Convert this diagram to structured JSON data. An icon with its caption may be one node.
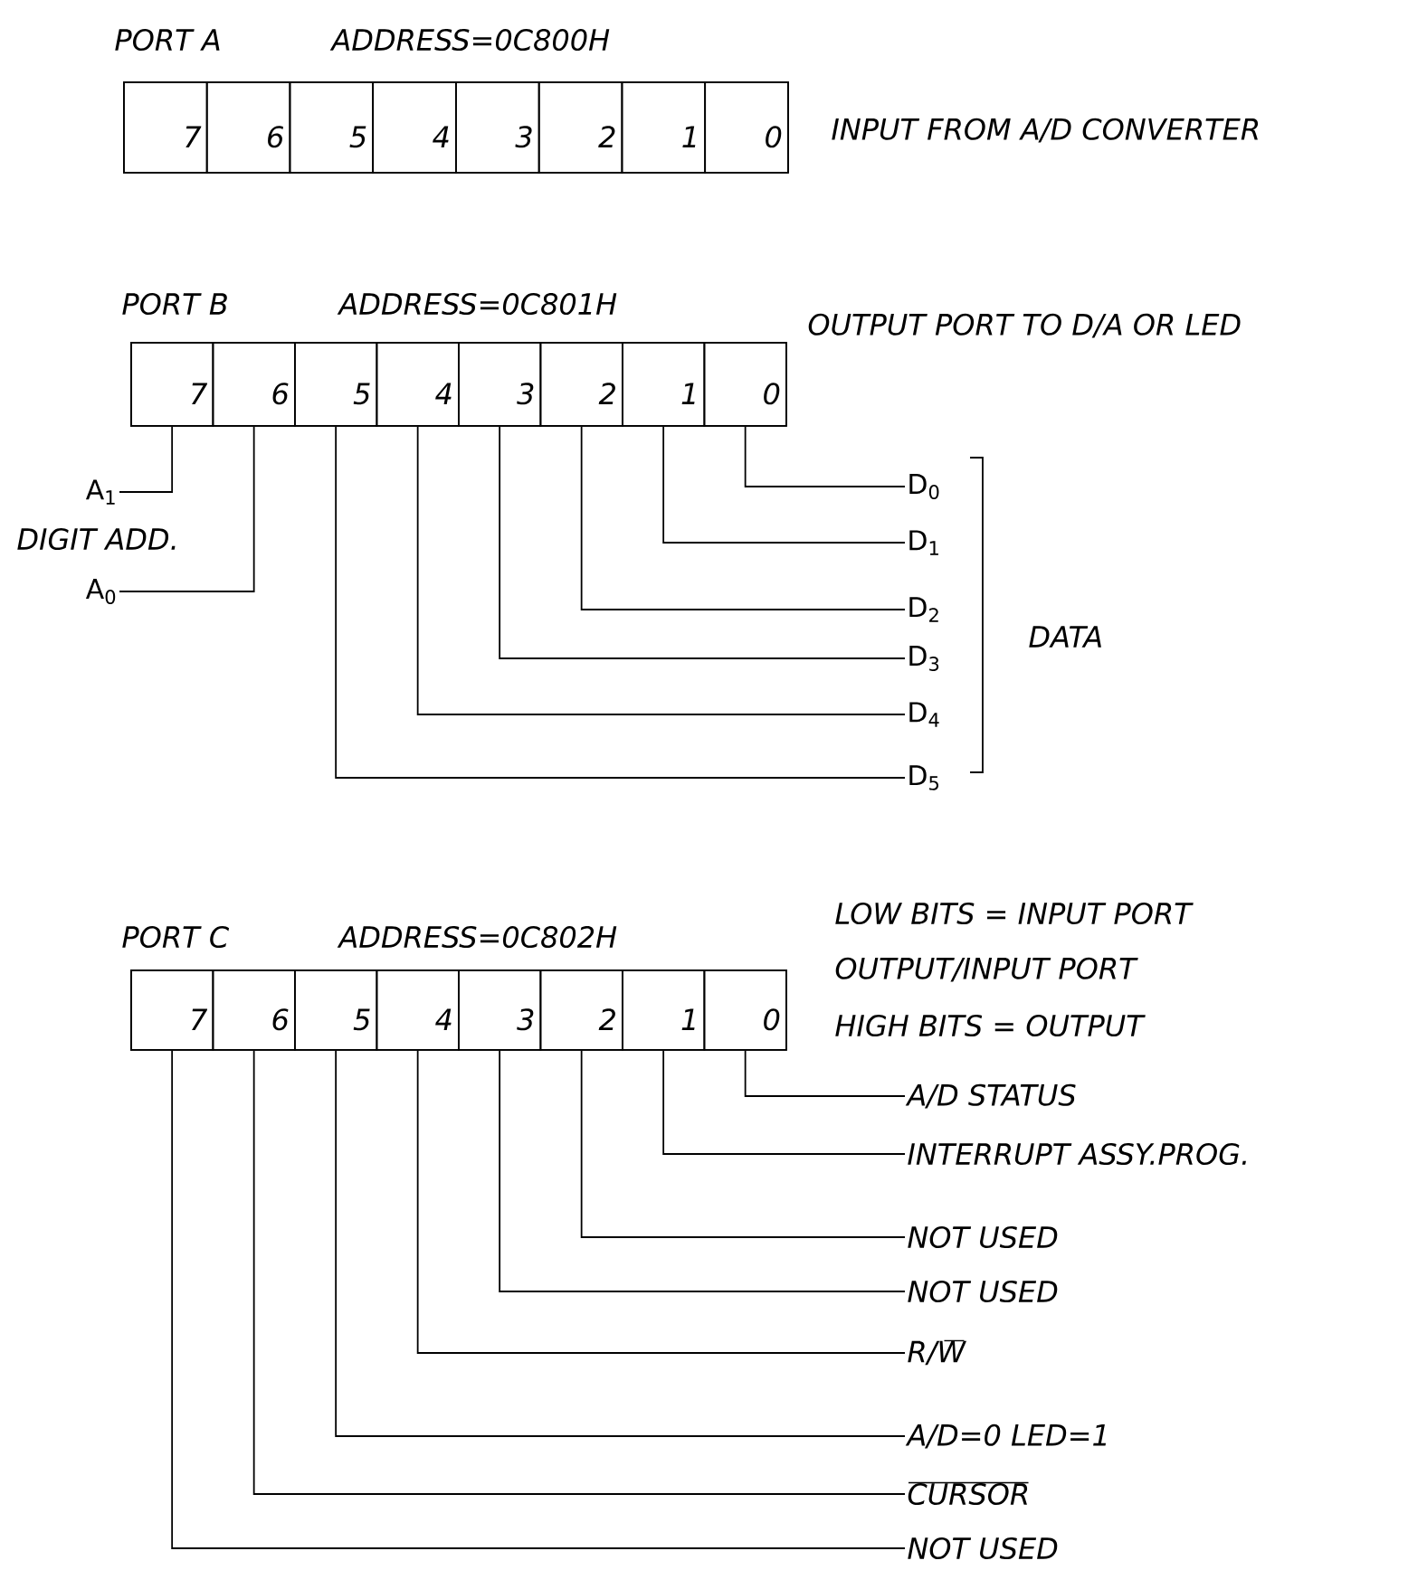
{
  "diagram": {
    "nodes": [
      {
        "text": [
          "PORT A",
          "ADDRESS=0C800H"
        ],
        "beside": [
          "INPUT FROM A/D CONVERTER"
        ]
      },
      {
        "text": [
          "7"
        ],
        "in": 0
      },
      {
        "text": [
          "6"
        ],
        "in": 0
      },
      {
        "text": [
          "5"
        ],
        "in": 0
      },
      {
        "text": [
          "4"
        ],
        "in": 0
      },
      {
        "text": [
          "3"
        ],
        "in": 0
      },
      {
        "text": [
          "2"
        ],
        "in": 0
      },
      {
        "text": [
          "1"
        ],
        "in": 0
      },
      {
        "text": [
          "0"
        ],
        "in": 0
      },
      {
        "text": [
          "PORT B",
          "ADDRESS=0C801H"
        ],
        "beside": [
          "OUTPUT PORT TO D/A OR LED"
        ]
      },
      {
        "text": [
          "7"
        ],
        "in": 9
      },
      {
        "text": [
          "6"
        ],
        "in": 9
      },
      {
        "text": [
          "5"
        ],
        "in": 9
      },
      {
        "text": [
          "4"
        ],
        "in": 9
      },
      {
        "text": [
          "3"
        ],
        "in": 9
      },
      {
        "text": [
          "2"
        ],
        "in": 9
      },
      {
        "text": [
          "1"
        ],
        "in": 9
      },
      {
        "text": [
          "0"
        ],
        "in": 9
      },
      {
        "text": [
          "D$_{0}$"
        ]
      },
      {
        "text": [
          "A$_{1}$"
        ]
      },
      {
        "text": [
          "D$_{1}$"
        ]
      },
      {
        "text": [
          "A$_{0}$"
        ]
      },
      {
        "text": [
          "D$_{2}$"
        ]
      },
      {
        "text": [
          "D$_{3}$"
        ]
      },
      {
        "text": [
          "D$_{4}$"
        ]
      },
      {
        "text": [
          "D$_{5}$"
        ]
      },
      {
        "text": [
          "PORT C",
          "ADDRESS=0C802H"
        ],
        "beside": [
          "LOW BITS = INPUT PORT",
          "OUTPUT/INPUT PORT",
          "HIGH BITS = OUTPUT"
        ]
      },
      {
        "text": [
          "7"
        ],
        "in": 26
      },
      {
        "text": [
          "6"
        ],
        "in": 26
      },
      {
        "text": [
          "5"
        ],
        "in": 26
      },
      {
        "text": [
          "4"
        ],
        "in": 26
      },
      {
        "text": [
          "3"
        ],
        "in": 26
      },
      {
        "text": [
          "2"
        ],
        "in": 26
      },
      {
        "text": [
          "1"
        ],
        "in": 26
      },
      {
        "text": [
          "0"
        ],
        "in": 26
      },
      {
        "text": [
          "A/D  STATUS"
        ]
      },
      {
        "text": [
          "INTERRUPT ASSY.PROG."
        ]
      },
      {
        "text": [
          "NOT USED"
        ]
      },
      {
        "text": [
          "NOT USED"
        ]
      },
      {
        "text": [
          "R/W"
        ]
      },
      {
        "text": [
          "A/D=0 LED=1"
        ]
      },
      {
        "text": [
          "CURSOR"
        ]
      },
      {
        "text": [
          "NOT USED"
        ]
      }
    ],
    "edges": [
      {
        "from": 17,
        "to": 18,
        "arrow": "none"
      },
      {
        "from": 16,
        "to": 20,
        "arrow": "none"
      },
      {
        "from": 15,
        "to": 22,
        "arrow": "none"
      },
      {
        "from": 14,
        "to": 23,
        "arrow": "none"
      },
      {
        "from": 13,
        "to": 24,
        "arrow": "none"
      },
      {
        "from": 12,
        "to": 25,
        "arrow": "none"
      },
      {
        "from": 10,
        "to": 19,
        "arrow": "none"
      },
      {
        "from": 11,
        "to": 21,
        "arrow": "none"
      },
      {
        "from": 34,
        "to": 35,
        "arrow": "none"
      },
      {
        "from": 33,
        "to": 36,
        "arrow": "none"
      },
      {
        "from": 32,
        "to": 37,
        "arrow": "none"
      },
      {
        "from": 31,
        "to": 38,
        "arrow": "none"
      },
      {
        "from": 30,
        "to": 39,
        "arrow": "none"
      },
      {
        "from": 29,
        "to": 40,
        "arrow": "none"
      },
      {
        "from": 28,
        "to": 41,
        "arrow": "none"
      },
      {
        "from": 27,
        "to": 42,
        "arrow": "none"
      }
    ],
    "labels": [
      "DIGIT ADD.",
      "DATA"
    ]
  }
}
